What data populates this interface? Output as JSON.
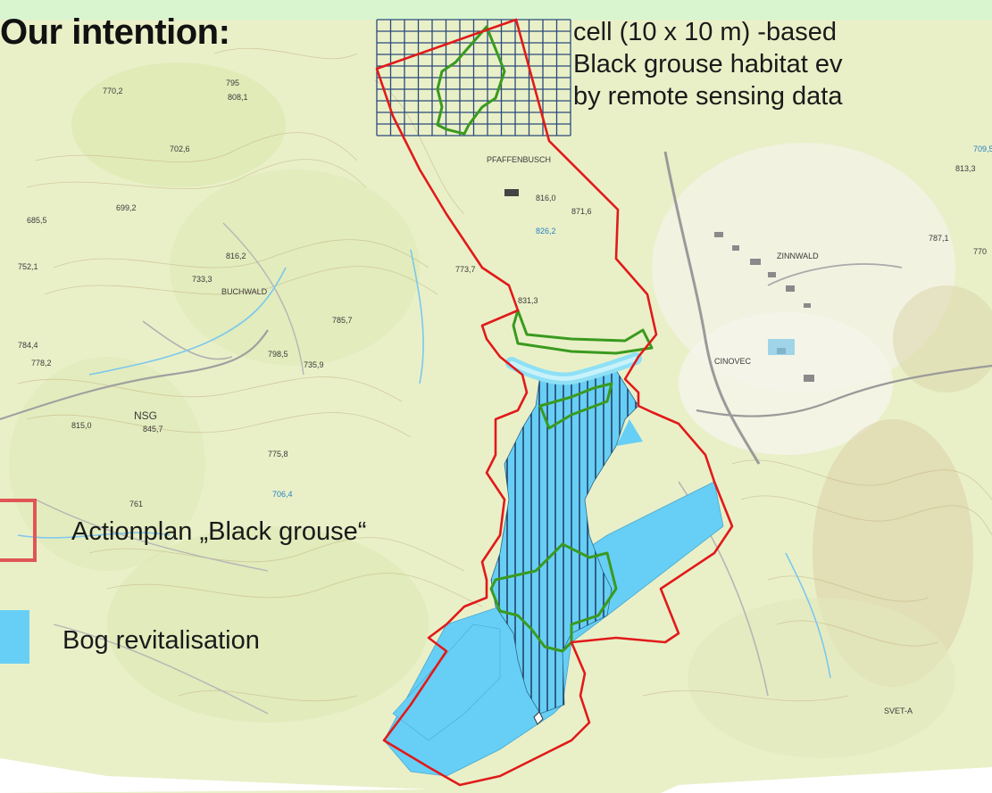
{
  "title": "Our intention:",
  "intention": {
    "line1": "cell (10 x 10 m) -based",
    "line2": "Black grouse habitat ev",
    "line3": "by remote sensing data"
  },
  "legend": {
    "actionplan_label": "Actionplan „Black grouse“",
    "actionplan_color": "#e05555",
    "bog_label": "Bog revitalisation",
    "bog_color": "#67cff5"
  },
  "colors": {
    "map_background": "#e9f0c8",
    "boundary_red": "#e11a1a",
    "boundary_green": "#3a9a1e",
    "grid_navy": "#2c4a7a",
    "road_cyan": "#8ee0f5",
    "top_band": "#d8f5d0"
  },
  "map_labels": [
    "PFAFFENBUSCH",
    "BUCHWALD",
    "NSG",
    "ZINNWALD",
    "CINOVEC",
    "SVET-A",
    "816,0",
    "871,6",
    "826,2",
    "773,7",
    "831,3",
    "785,7",
    "798,5",
    "735,9",
    "775,8",
    "752,1",
    "685,5",
    "699,2",
    "816,2",
    "733,3",
    "784,4",
    "778,2",
    "815,0",
    "845,7",
    "702,6",
    "808,1",
    "795",
    "770,2",
    "709,5",
    "813,3",
    "787,1",
    "770",
    "706,4",
    "761"
  ]
}
